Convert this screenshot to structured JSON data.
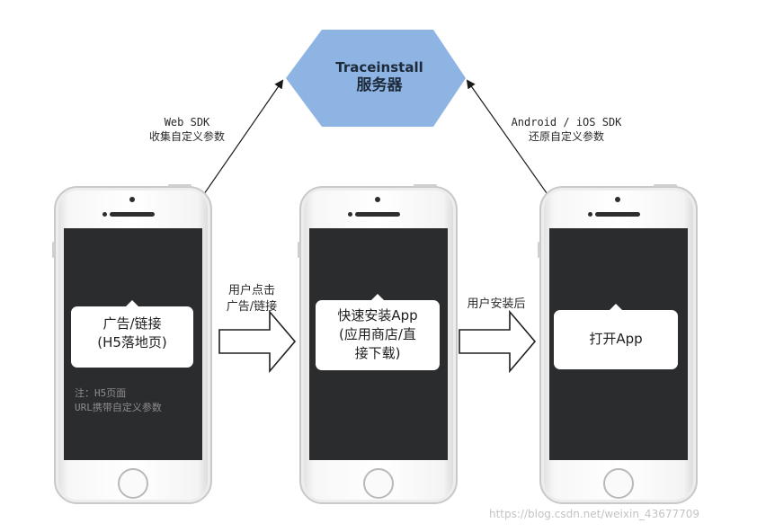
{
  "server": {
    "line1": "Traceinstall",
    "line2": "服务器",
    "fill": "#8eb4e3"
  },
  "web_sdk": {
    "line1": "Web SDK",
    "line2": "收集自定义参数"
  },
  "app_sdk": {
    "line1": "Android / iOS SDK",
    "line2": "还原自定义参数"
  },
  "phone1": {
    "bubble_line1": "广告/链接",
    "bubble_line2": "(H5落地页)",
    "note_line1": "注：H5页面",
    "note_line2": "URL携带自定义参数"
  },
  "step1": {
    "line1": "用户点击",
    "line2": "广告/链接"
  },
  "phone2": {
    "bubble_line1": "快速安装App",
    "bubble_line2": "(应用商店/直",
    "bubble_line3": "接下载)"
  },
  "step2": {
    "line1": "用户安装后"
  },
  "phone3": {
    "bubble_line1": "打开App"
  },
  "watermark": "https://blog.csdn.net/weixin_43677709"
}
